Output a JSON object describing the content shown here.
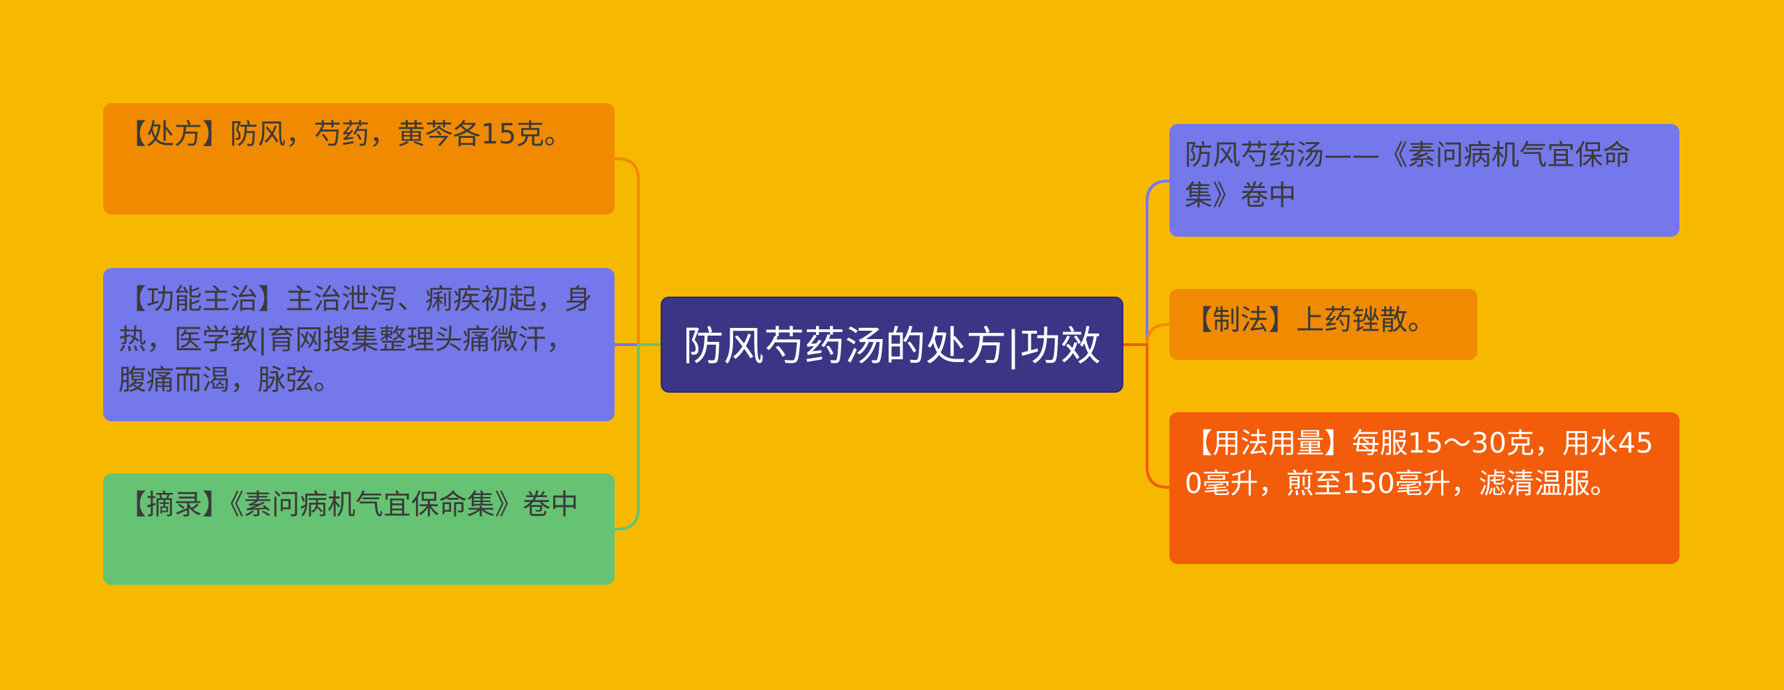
{
  "center": {
    "title": "防风芍药汤的处方|功效",
    "color": "#3C3585"
  },
  "left_nodes": [
    {
      "id": "chufang",
      "text": "【处方】防风，芍药，黄芩各15克。",
      "color": "#F08A00",
      "link_color": "#F08A00"
    },
    {
      "id": "gongneng",
      "text": "【功能主治】主治泄泻、痢疾初起，身热，医学教|育网搜集整理头痛微汗，腹痛而渴，脉弦。",
      "color": "#7578EA",
      "link_color": "#7578EA"
    },
    {
      "id": "zhailu",
      "text": "【摘录】《素问病机气宜保命集》卷中",
      "color": "#66C373",
      "link_color": "#66C373"
    }
  ],
  "right_nodes": [
    {
      "id": "source",
      "text": "防风芍药汤——《素问病机气宜保命集》卷中",
      "color": "#7578EA",
      "link_color": "#7578EA"
    },
    {
      "id": "zhifa",
      "text": "【制法】上药锉散。",
      "color": "#F08A00",
      "link_color": "#F08A00"
    },
    {
      "id": "yongfa",
      "text": "【用法用量】每服15～30克，用水450毫升，煎至150毫升，滤清温服。",
      "color": "#F25C0A",
      "link_color": "#F25C0A"
    }
  ]
}
